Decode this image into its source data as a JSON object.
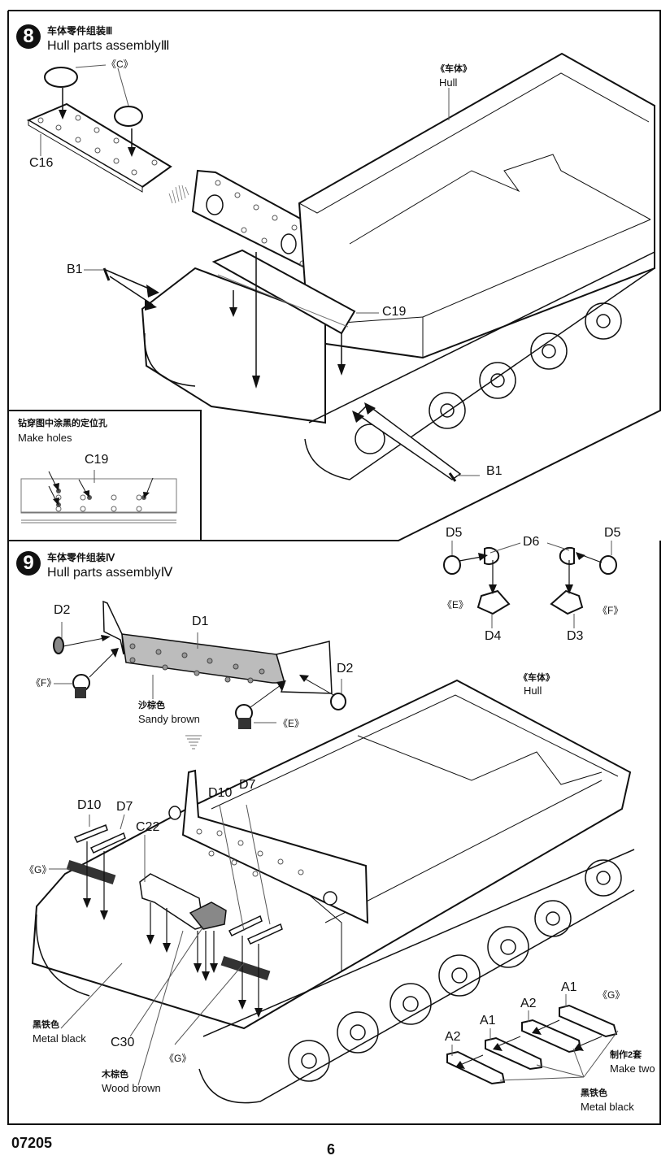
{
  "footer": {
    "kit_number": "07205",
    "page_number": "6"
  },
  "step8": {
    "number": "8",
    "title_zh": "车体零件组装Ⅲ",
    "title_en": "Hull parts assemblyⅢ",
    "labels": {
      "sprue_c": "《C》",
      "c16": "C16",
      "hull_zh": "《车体》",
      "hull_en": "Hull",
      "b1_left": "B1",
      "c19": "C19",
      "b1_right": "B1"
    },
    "inset": {
      "title_zh": "钻穿图中涂黑的定位孔",
      "title_en": "Make holes",
      "part": "C19"
    }
  },
  "step9": {
    "number": "9",
    "title_zh": "车体零件组装Ⅳ",
    "title_en": "Hull parts assemblyⅣ",
    "subassembly": {
      "d5_left": "D5",
      "d6": "D6",
      "d5_right": "D5",
      "sprue_e": "《E》",
      "d4": "D4",
      "d3": "D3",
      "sprue_f": "《F》"
    },
    "labels": {
      "d2_left": "D2",
      "d1": "D1",
      "d2_right": "D2",
      "sprue_f": "《F》",
      "sprue_e": "《E》",
      "sandy_zh": "沙棕色",
      "sandy_en": "Sandy brown",
      "hull_zh": "《车体》",
      "hull_en": "Hull",
      "d10_left": "D10",
      "d7_left": "D7",
      "c22": "C22",
      "d10_right": "D10",
      "d7_right": "D7",
      "sprue_g_left": "《G》",
      "sprue_g_bottom": "《G》",
      "metal_black_zh": "黑铁色",
      "metal_black_en": "Metal black",
      "c30": "C30",
      "wood_zh": "木棕色",
      "wood_en": "Wood brown"
    },
    "tracks": {
      "a1_top": "A1",
      "sprue_g": "《G》",
      "a2_top": "A2",
      "a1_mid": "A1",
      "a2_bottom": "A2",
      "make_two_zh": "制作2套",
      "make_two_en": "Make two",
      "metal_black_zh": "黑铁色",
      "metal_black_en": "Metal black"
    }
  }
}
